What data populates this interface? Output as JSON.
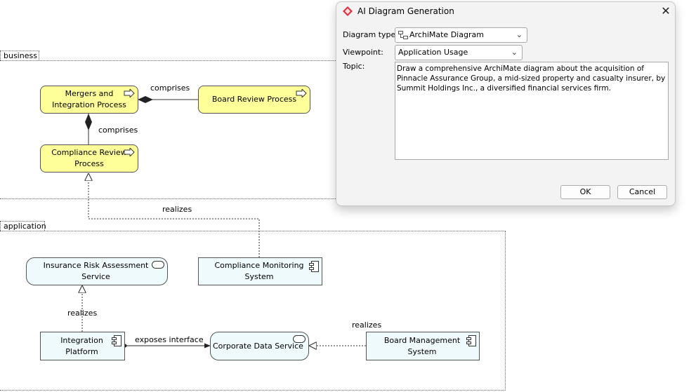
{
  "diagram": {
    "groups": {
      "business": "business",
      "application": "application"
    },
    "nodes": {
      "mergers": "Mergers and Integration Process",
      "board_review": "Board Review Process",
      "compliance_review": "Compliance Review Process",
      "insurance_risk": "Insurance Risk Assessment Service",
      "compliance_monitoring": "Compliance Monitoring System",
      "integration_platform": "Integration Platform",
      "corporate_data": "Corporate Data Service",
      "board_management": "Board Management System"
    },
    "edges": {
      "comprises_1": "comprises",
      "comprises_2": "comprises",
      "realizes_1": "realizes",
      "realizes_2": "realizes",
      "exposes_interface": "exposes interface",
      "realizes_3": "realizes"
    }
  },
  "dialog": {
    "title": "AI Diagram Generation",
    "diagram_type_label": "Diagram type:",
    "diagram_type_value": "ArchiMate Diagram",
    "viewpoint_label": "Viewpoint:",
    "viewpoint_value": "Application Usage",
    "topic_label": "Topic:",
    "topic_text": "Draw a comprehensive ArchiMate diagram about the acquisition of Pinnacle Assurance Group, a mid-sized property and casualty insurer, by Summit Holdings Inc., a diversified financial services firm.",
    "ok_label": "OK",
    "cancel_label": "Cancel",
    "close_icon": "close-icon",
    "chevron_icon": "chevron-down-icon",
    "logo_icon": "app-logo-icon"
  },
  "colors": {
    "business_fill": "#ffff99",
    "application_fill": "#eefafc",
    "logo": "#d9333f"
  }
}
